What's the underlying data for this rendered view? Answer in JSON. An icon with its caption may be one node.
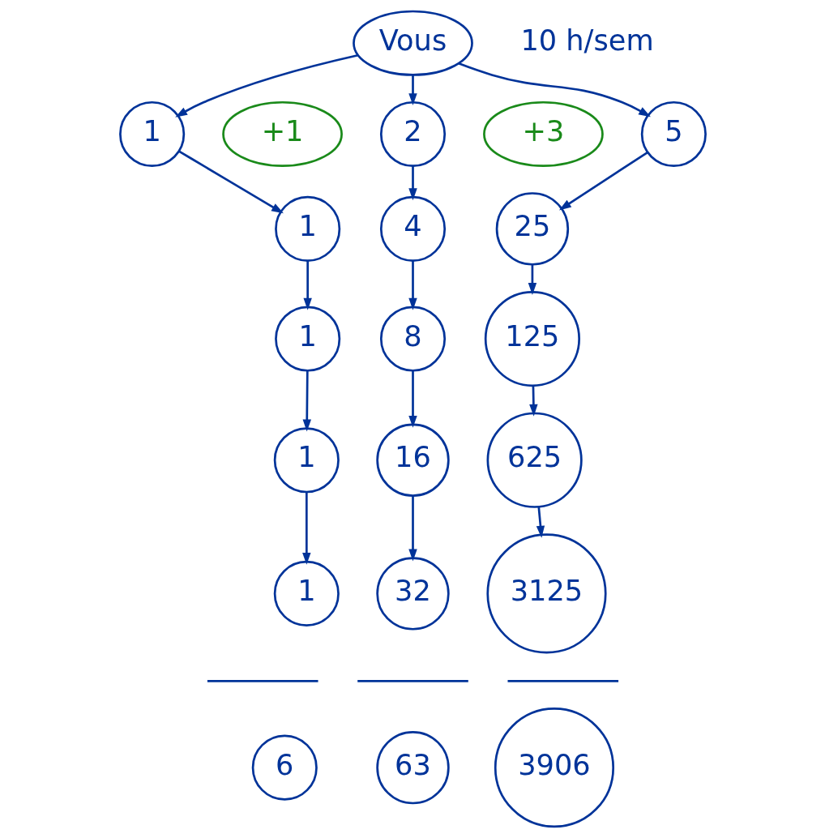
{
  "diagram": {
    "nodes": [
      {
        "text": [
          "Vous"
        ]
      },
      {
        "text": [
          "1"
        ]
      },
      {
        "text": [
          "+1"
        ]
      },
      {
        "text": [
          "2"
        ]
      },
      {
        "text": [
          "+3"
        ]
      },
      {
        "text": [
          "5"
        ]
      },
      {
        "text": [
          "1"
        ]
      },
      {
        "text": [
          "4"
        ]
      },
      {
        "text": [
          "25"
        ]
      },
      {
        "text": [
          "1"
        ]
      },
      {
        "text": [
          "8"
        ]
      },
      {
        "text": [
          "125"
        ]
      },
      {
        "text": [
          "1"
        ]
      },
      {
        "text": [
          "16"
        ]
      },
      {
        "text": [
          "625"
        ]
      },
      {
        "text": [
          "1"
        ]
      },
      {
        "text": [
          "32"
        ]
      },
      {
        "text": [
          "3125"
        ]
      },
      {
        "text": [
          "6"
        ]
      },
      {
        "text": [
          "63"
        ]
      },
      {
        "text": [
          "3906"
        ]
      }
    ],
    "edges": [
      {
        "from": 0,
        "to": 1,
        "arrow": "to"
      },
      {
        "from": 0,
        "to": 3,
        "arrow": "to"
      },
      {
        "from": 0,
        "to": 5,
        "arrow": "to"
      },
      {
        "from": 1,
        "to": 6,
        "arrow": "to"
      },
      {
        "from": 6,
        "to": 9,
        "arrow": "to"
      },
      {
        "from": 9,
        "to": 12,
        "arrow": "to"
      },
      {
        "from": 12,
        "to": 15,
        "arrow": "to"
      },
      {
        "from": 3,
        "to": 7,
        "arrow": "to"
      },
      {
        "from": 7,
        "to": 10,
        "arrow": "to"
      },
      {
        "from": 10,
        "to": 13,
        "arrow": "to"
      },
      {
        "from": 13,
        "to": 16,
        "arrow": "to"
      },
      {
        "from": 5,
        "to": 8,
        "arrow": "to"
      },
      {
        "from": 8,
        "to": 11,
        "arrow": "to"
      },
      {
        "from": 11,
        "to": 14,
        "arrow": "to"
      },
      {
        "from": 14,
        "to": 17,
        "arrow": "to"
      }
    ],
    "labels": [
      "10 h/sem"
    ]
  }
}
